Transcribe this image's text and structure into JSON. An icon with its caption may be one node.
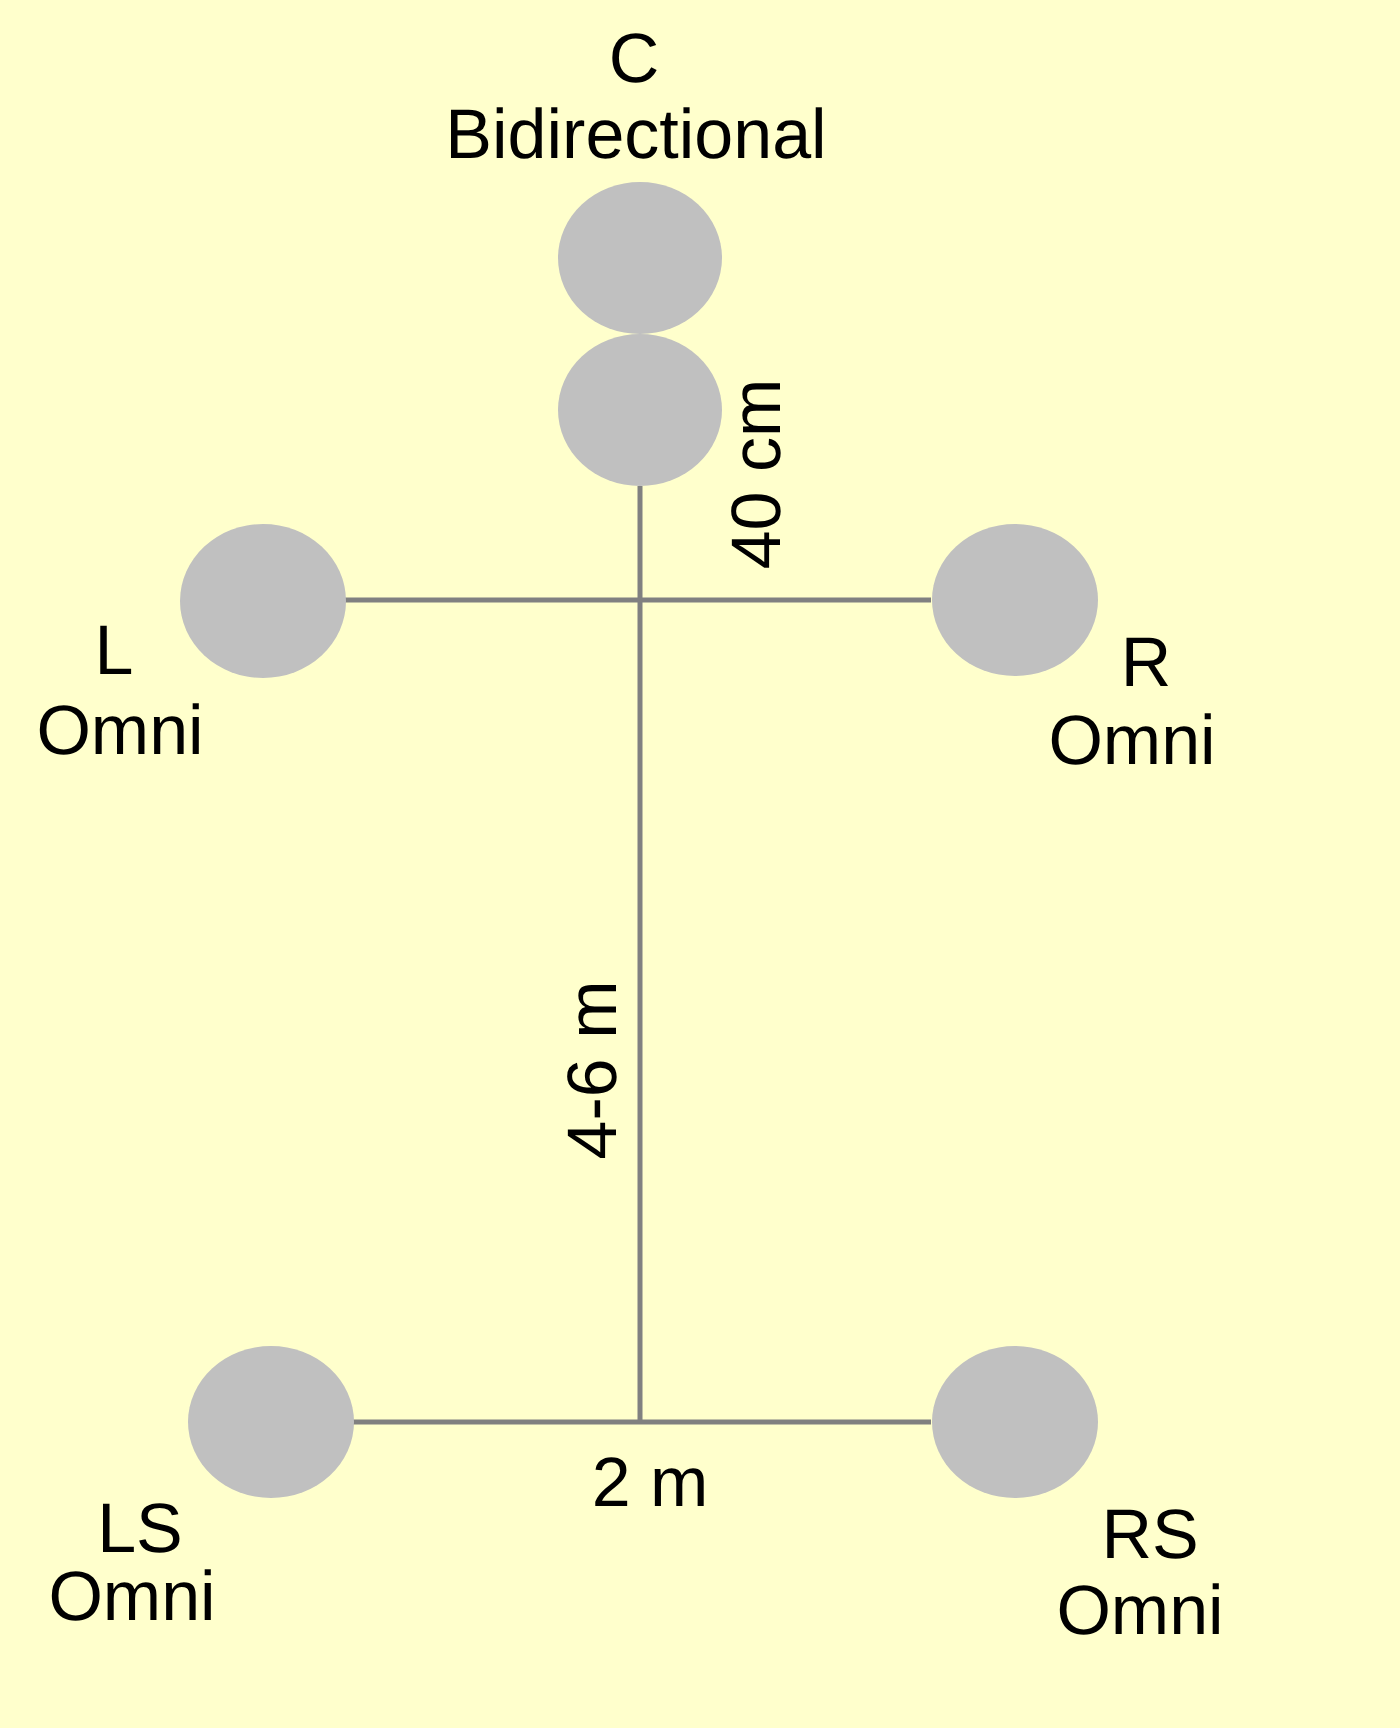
{
  "diagram": {
    "nodes": [
      {
        "text": [],
        "shape": "circle",
        "beside": [
          "C",
          "Bidirectional"
        ]
      },
      {
        "text": [],
        "shape": "circle"
      },
      {
        "text": [],
        "shape": "circle",
        "beside": [
          "L",
          "Omni"
        ]
      },
      {
        "text": [],
        "shape": "circle",
        "beside": [
          "R",
          "Omni"
        ]
      },
      {
        "text": [],
        "shape": "circle",
        "beside": [
          "LS",
          "Omni"
        ]
      },
      {
        "text": [],
        "shape": "circle",
        "beside": [
          "RS",
          "Omni"
        ]
      }
    ],
    "edges": [
      {
        "from": 2,
        "to": 3,
        "arrow": "none"
      },
      {
        "from": 1,
        "to": null,
        "arrow": "none"
      },
      {
        "from": 4,
        "to": 5,
        "arrow": "none"
      }
    ],
    "labels": [
      "40 cm",
      "4-6 m",
      "2 m"
    ]
  }
}
